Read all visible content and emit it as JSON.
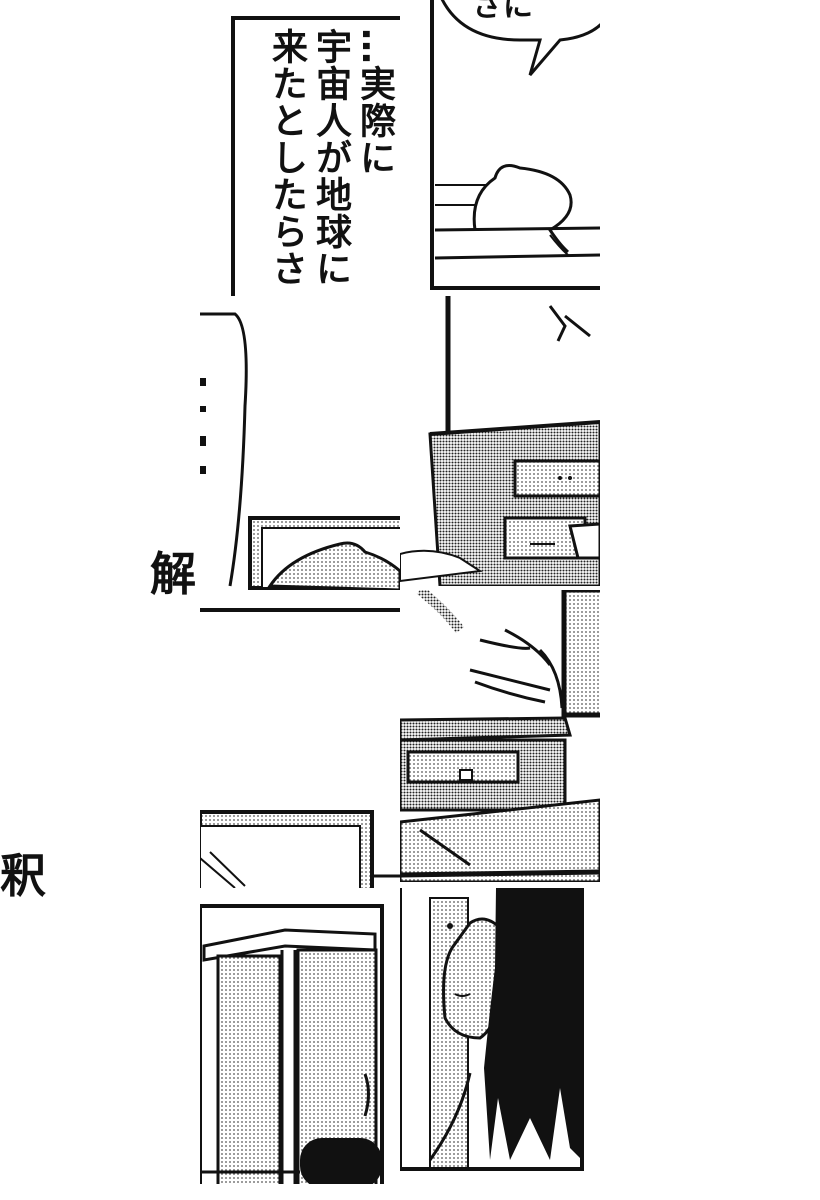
{
  "caption": {
    "line1": "…実際に",
    "line2": "宇宙人が地球に",
    "line3": "来たとしたらさ"
  },
  "speech_top": "さに",
  "word_left": "解",
  "word_right": "釈",
  "colors": {
    "ink": "#111111",
    "paper": "#ffffff",
    "screentone": "#b8b8b8"
  }
}
